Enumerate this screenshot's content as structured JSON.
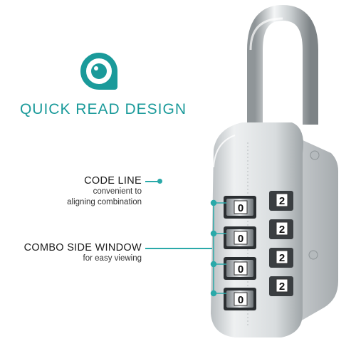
{
  "headline": "QUICK READ DESIGN",
  "callouts": [
    {
      "title": "CODE LINE",
      "lines": [
        "convenient to",
        "aligning combination"
      ]
    },
    {
      "title": "COMBO SIDE WINDOW",
      "lines": [
        "for easy viewing"
      ]
    }
  ],
  "dials": {
    "front": [
      "0",
      "0",
      "0",
      "0"
    ],
    "side": [
      "2",
      "2",
      "2",
      "2"
    ]
  },
  "colors": {
    "accent": "#1a9a9a",
    "lock_body": "#dcdfe1",
    "shackle": "#c9cdd0"
  },
  "icons": [
    "eye-logo-icon"
  ]
}
